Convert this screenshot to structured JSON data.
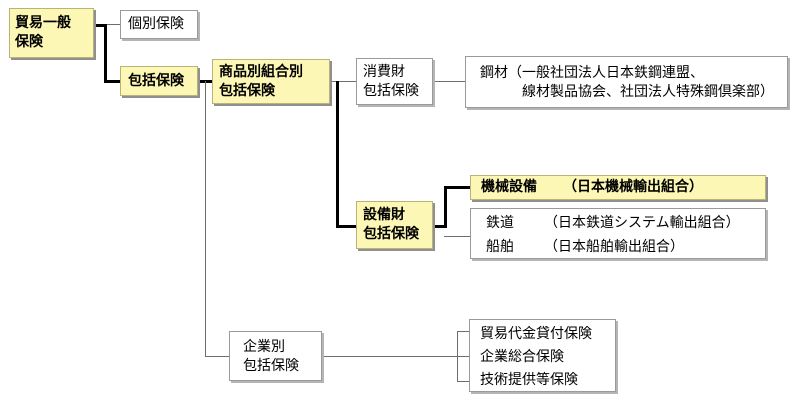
{
  "nodes": {
    "trade_general": [
      "貿易一般",
      "保険"
    ],
    "individual": "個別保険",
    "comprehensive": "包括保険",
    "product_group": [
      "商品別組合別",
      "包括保険"
    ],
    "consumer": [
      "消費財",
      "包括保険"
    ],
    "steel": [
      "鋼材（一般社団法人日本鉄鋼連盟、",
      "線材製品協会、社団法人特殊鋼倶楽部）"
    ],
    "capital": [
      "設備財",
      "包括保険"
    ],
    "machinery": {
      "name": "機械設備",
      "org": "（日本機械輸出組合）"
    },
    "railway": {
      "name": "鉄道",
      "org": "（日本鉄道システム輸出組合）"
    },
    "ship": {
      "name": "船舶",
      "org": "（日本船舶輸出組合）"
    },
    "corporate": [
      "企業別",
      "包括保険"
    ],
    "corporate_list": [
      "貿易代金貸付保険",
      "企業総合保険",
      "技術提供等保険"
    ]
  }
}
